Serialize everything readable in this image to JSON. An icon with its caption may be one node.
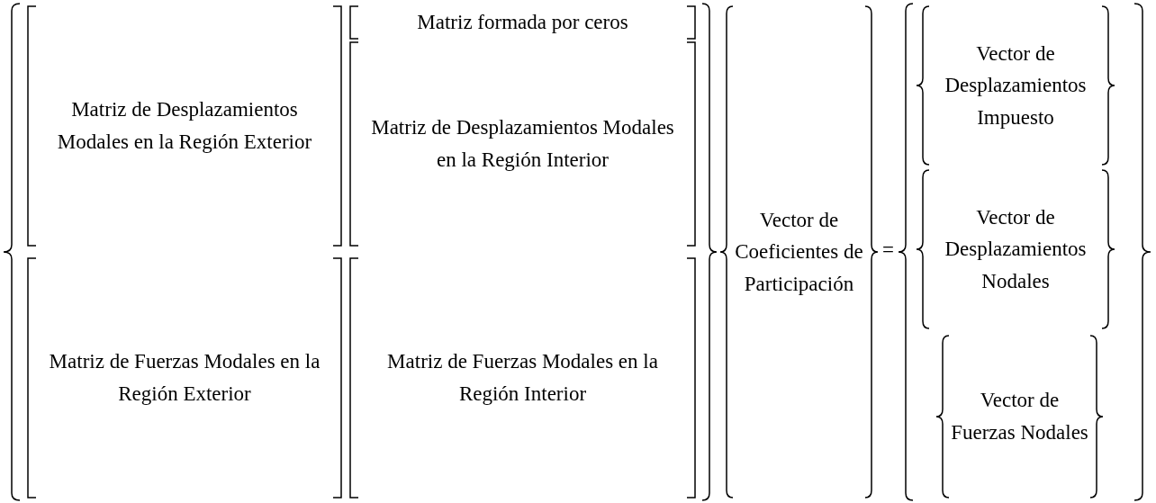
{
  "diagram": {
    "nodes": [
      {
        "text": [
          "Matriz de Desplazamientos Modales en la Región Exterior"
        ]
      },
      {
        "text": [
          "Matriz formada por ceros"
        ]
      },
      {
        "text": [
          "Matriz de Desplazamientos Modales en la Región Interior"
        ]
      },
      {
        "text": [
          "Matriz de Fuerzas Modales en la Región Exterior"
        ]
      },
      {
        "text": [
          "Matriz de Fuerzas Modales en la Región Interior"
        ]
      },
      {
        "text": [
          "Vector de Coeficientes de Participación"
        ]
      },
      {
        "text": [
          "Vector de Desplazamientos Impuesto"
        ]
      },
      {
        "text": [
          "Vector de Desplazamientos Nodales"
        ]
      },
      {
        "text": [
          "Vector de Fuerzas Nodales"
        ]
      }
    ],
    "labels": [
      "="
    ]
  }
}
